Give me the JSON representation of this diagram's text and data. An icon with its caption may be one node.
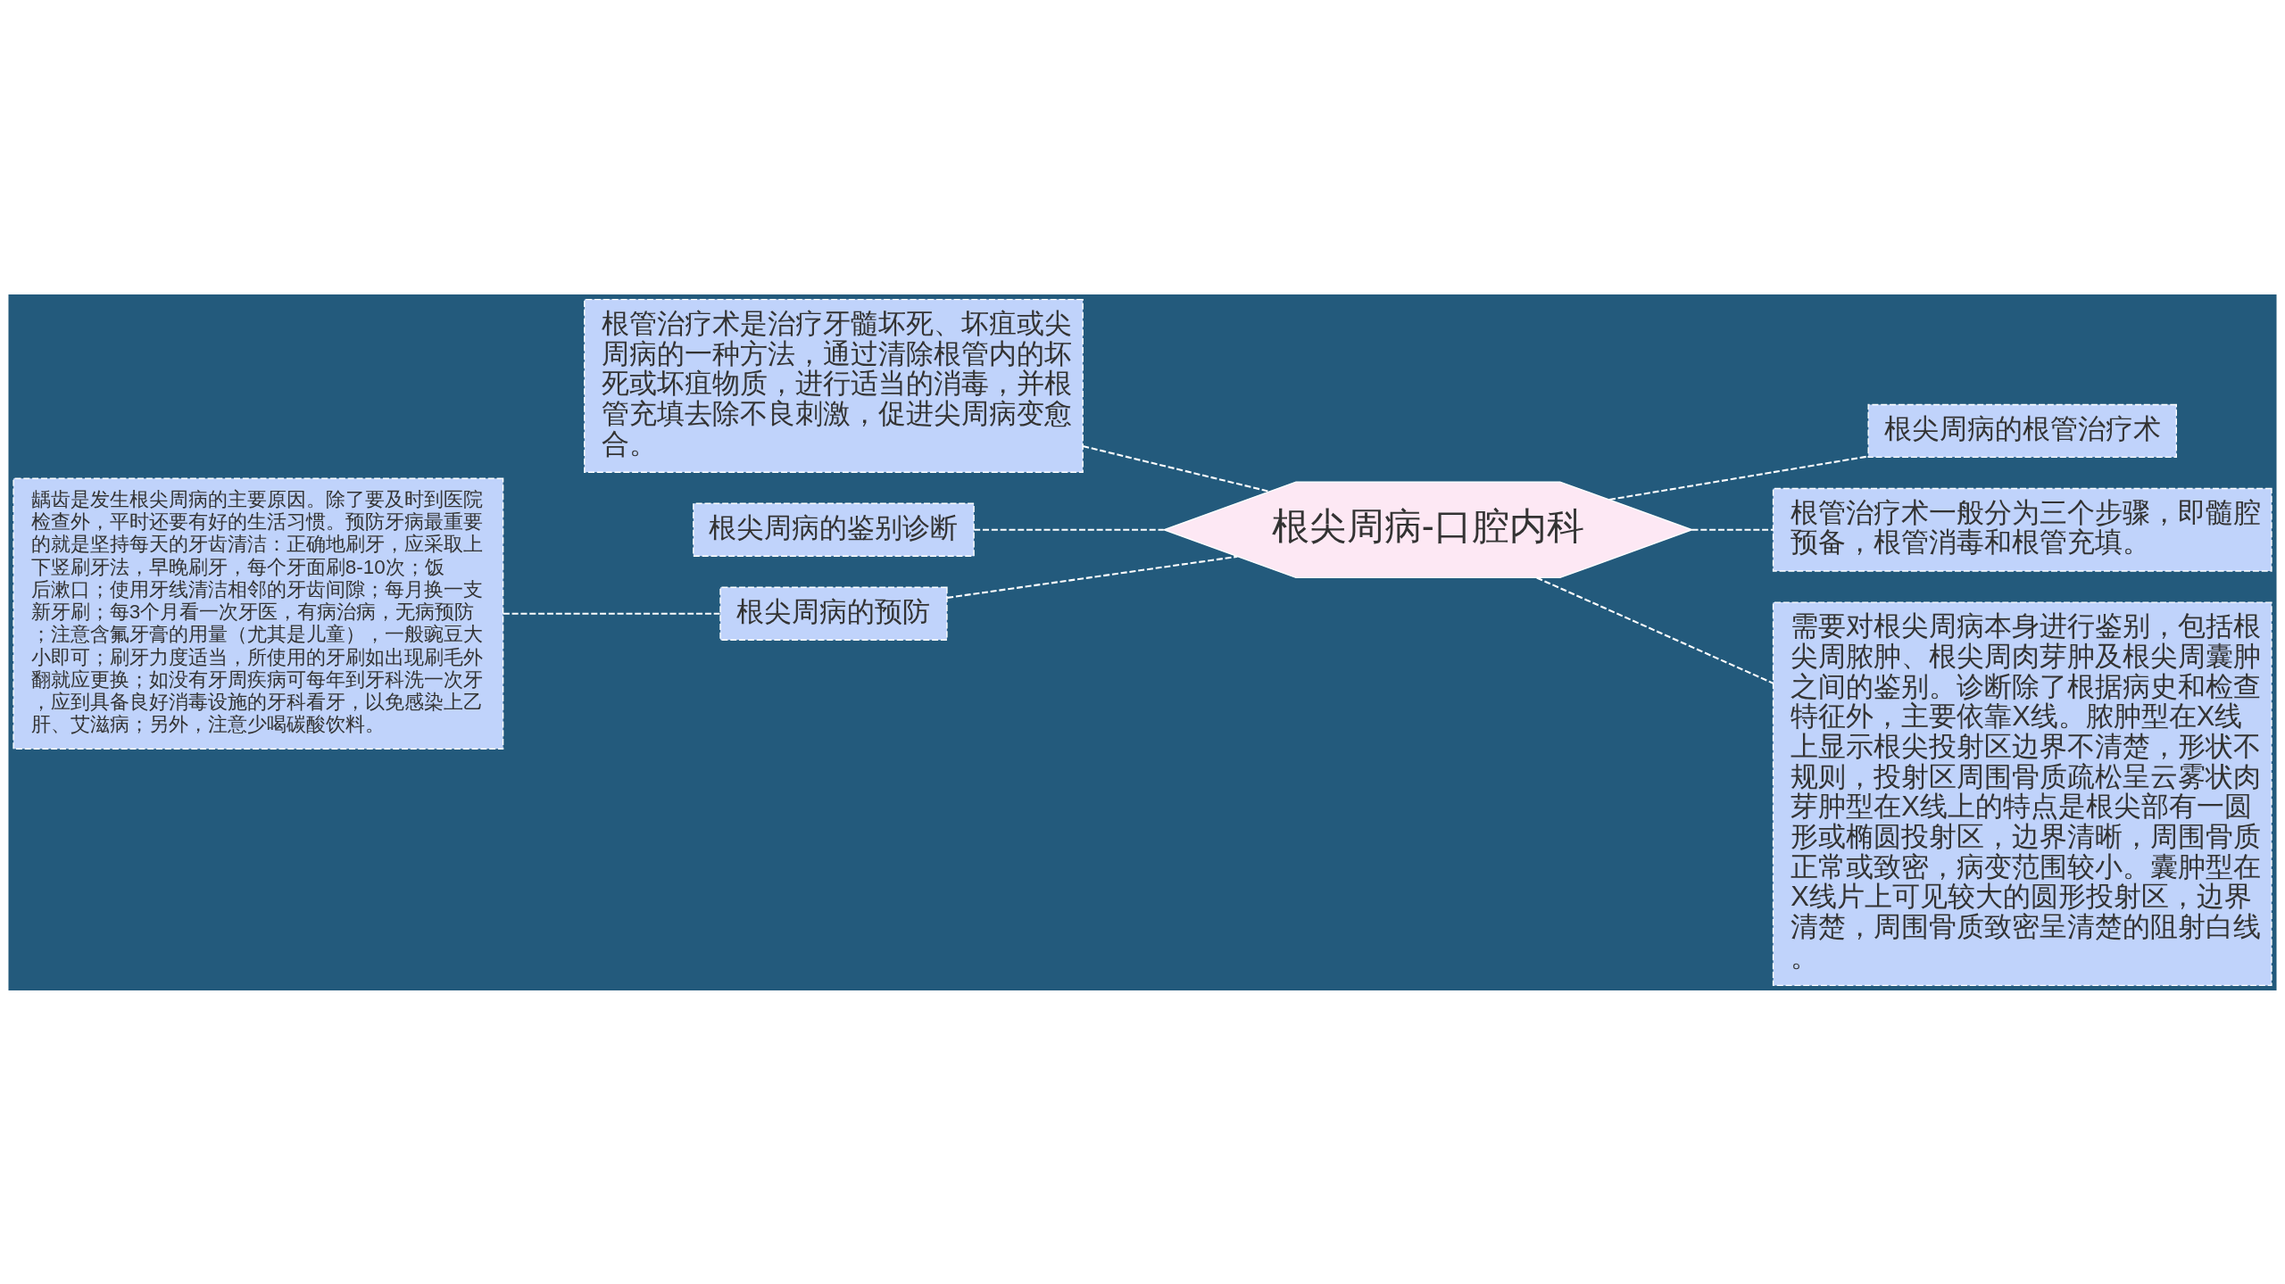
{
  "diagram": {
    "nodes": [
      {
        "text": [
          "根尖周病-口腔内科"
        ]
      },
      {
        "text": [
          "根管治疗术是治疗牙髓坏死、坏疽或尖周病的一种方法，通过清除根管内的坏死或坏疽物质，进行适当的消毒，并根管充填去除不良刺激，促进尖周病变愈合。"
        ]
      },
      {
        "text": [
          "根尖周病的鉴别诊断"
        ]
      },
      {
        "text": [
          "根尖周病的预防"
        ]
      },
      {
        "text": [
          "龋齿是发生根尖周病的主要原因。除了要及时到医院检查外，平时还要有好的生活习惯。预防牙病最重要的就是坚持每天的牙齿清洁：正确地刷牙，应采取上下竖刷牙法，早晚刷牙，每个牙面刷8-10次；饭后漱口；使用牙线清洁相邻的牙齿间隙；每月换一支新牙刷；每3个月看一次牙医，有病治病，无病预防；注意含氟牙膏的用量（尤其是儿童），一般豌豆大小即可；刷牙力度适当，所使用的牙刷如出现刷毛外翻就应更换；如没有牙周疾病可每年到牙科洗一次牙，应到具备良好消毒设施的牙科看牙，以免感染上乙肝、艾滋病；另外，注意少喝碳酸饮料。"
        ]
      },
      {
        "text": [
          "根尖周病的根管治疗术"
        ]
      },
      {
        "text": [
          "根管治疗术一般分为三个步骤，即髓腔预备，根管消毒和根管充填。"
        ]
      },
      {
        "text": [
          "需要对根尖周病本身进行鉴别，包括根尖周脓肿、根尖周肉芽肿及根尖周囊肿之间的鉴别。诊断除了根据病史和检查特征外，主要依靠X线。脓肿型在X线上显示根尖投射区边界不清楚，形状不规则，投射区周围骨质疏松呈云雾状肉芽肿型在X线上的特点是根尖部有一圆形或椭圆投射区，边界清晰，周围骨质正常或致密，病变范围较小。囊肿型在X线片上可见较大的圆形投射区，边界清楚，周围骨质致密呈清楚的阻射白线。"
        ]
      }
    ],
    "edges": [
      {
        "from": 0,
        "to": 1,
        "arrow": "none"
      },
      {
        "from": 0,
        "to": 2,
        "arrow": "none"
      },
      {
        "from": 0,
        "to": 3,
        "arrow": "none"
      },
      {
        "from": 3,
        "to": 4,
        "arrow": "none"
      },
      {
        "from": 0,
        "to": 5,
        "arrow": "none"
      },
      {
        "from": 0,
        "to": 6,
        "arrow": "none"
      },
      {
        "from": 0,
        "to": 7,
        "arrow": "none"
      }
    ]
  }
}
